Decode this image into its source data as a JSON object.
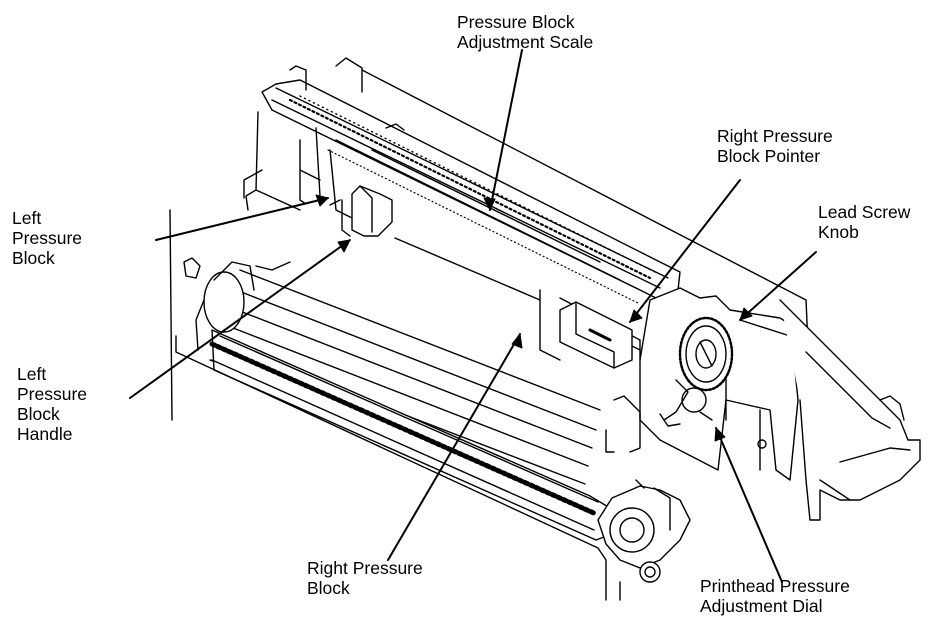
{
  "colors": {
    "line": "#000000",
    "background": "#ffffff"
  },
  "labels": {
    "pressure_block_scale": [
      "Pressure Block",
      "Adjustment Scale"
    ],
    "right_pressure_block_pointer": [
      "Right Pressure",
      "Block Pointer"
    ],
    "lead_screw_knob": [
      "Lead Screw",
      "Knob"
    ],
    "left_pressure_block": [
      "Left",
      "Pressure",
      "Block"
    ],
    "left_pressure_block_handle": [
      "Left",
      "Pressure",
      "Block",
      "Handle"
    ],
    "right_pressure_block": [
      "Right Pressure",
      "Block"
    ],
    "printhead_pressure_dial": [
      "Printhead Pressure",
      "Adjustment Dial"
    ]
  }
}
